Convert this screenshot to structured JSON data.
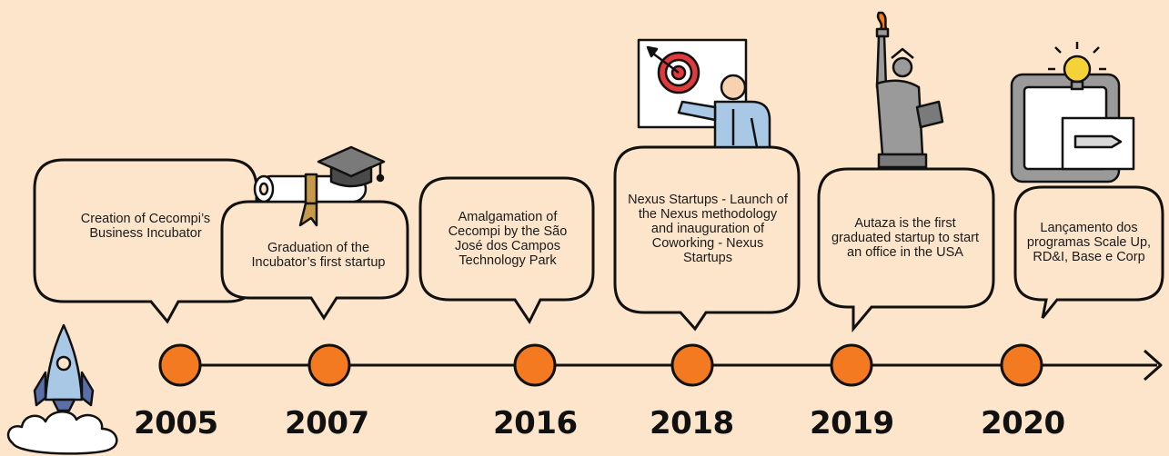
{
  "timeline": {
    "events": [
      {
        "year": "2005",
        "text": "Creation of Cecompi’s Business Incubator"
      },
      {
        "year": "2007",
        "text": "Graduation of the Incubator’s first startup"
      },
      {
        "year": "2016",
        "text": "Amalgamation of Cecompi by the São José dos Campos Technology Park"
      },
      {
        "year": "2018",
        "text": "Nexus Startups - Launch of the Nexus methodology and inauguration of Coworking - Nexus Startups"
      },
      {
        "year": "2019",
        "text": "Autaza is the first graduated startup to start an office in the USA"
      },
      {
        "year": "2020",
        "text": "Lançamento dos programas Scale Up, RD&I, Base e Corp"
      }
    ]
  },
  "colors": {
    "background": "#fde5cc",
    "bubble_fill": "#fde5cc",
    "outline": "#111111",
    "marker": "#f37a20"
  },
  "icons": [
    "rocket-icon",
    "diploma-icon",
    "presentation-target-icon",
    "statue-of-liberty-icon",
    "tablet-lightbulb-icon",
    "arrow-head-icon"
  ]
}
